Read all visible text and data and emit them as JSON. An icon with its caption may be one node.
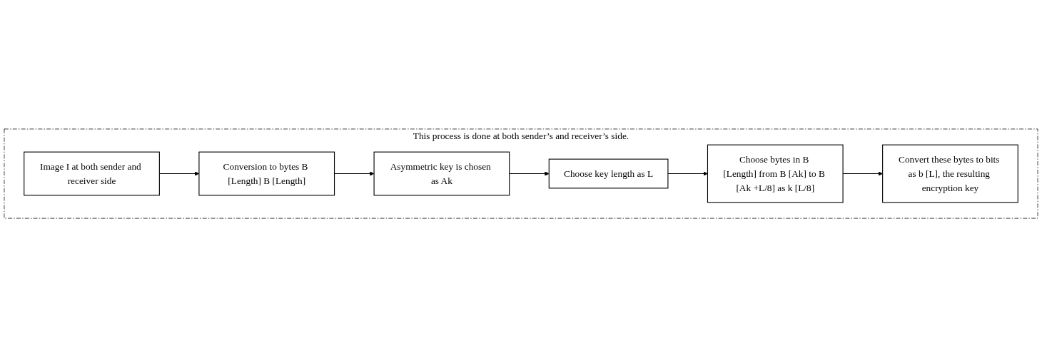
{
  "diagram": {
    "nodes": [
      {
        "text": [
          "This process is done at both sender’s and receiver’s side."
        ]
      },
      {
        "text": [
          "Image I at both sender and receiver side"
        ],
        "in": 0
      },
      {
        "text": [
          "Conversion to bytes B [Length] B [Length]"
        ],
        "in": 0
      },
      {
        "text": [
          "Asymmetric key is chosen as Ak"
        ],
        "in": 0
      },
      {
        "text": [
          "Choose key length as L"
        ],
        "in": 0
      },
      {
        "text": [
          "Choose bytes in B [Length] from B [Ak] to B [Ak +L/8] as k [L/8]"
        ],
        "in": 0
      },
      {
        "text": [
          "Convert these bytes to bits as b [L], the resulting encryption key"
        ],
        "in": 0
      }
    ],
    "edges": [
      {
        "from": 1,
        "to": 2,
        "arrow": "to"
      },
      {
        "from": 2,
        "to": 3,
        "arrow": "to"
      },
      {
        "from": 3,
        "to": 4,
        "arrow": "to"
      },
      {
        "from": 4,
        "to": 5,
        "arrow": "to"
      },
      {
        "from": 5,
        "to": 6,
        "arrow": "to"
      }
    ]
  }
}
